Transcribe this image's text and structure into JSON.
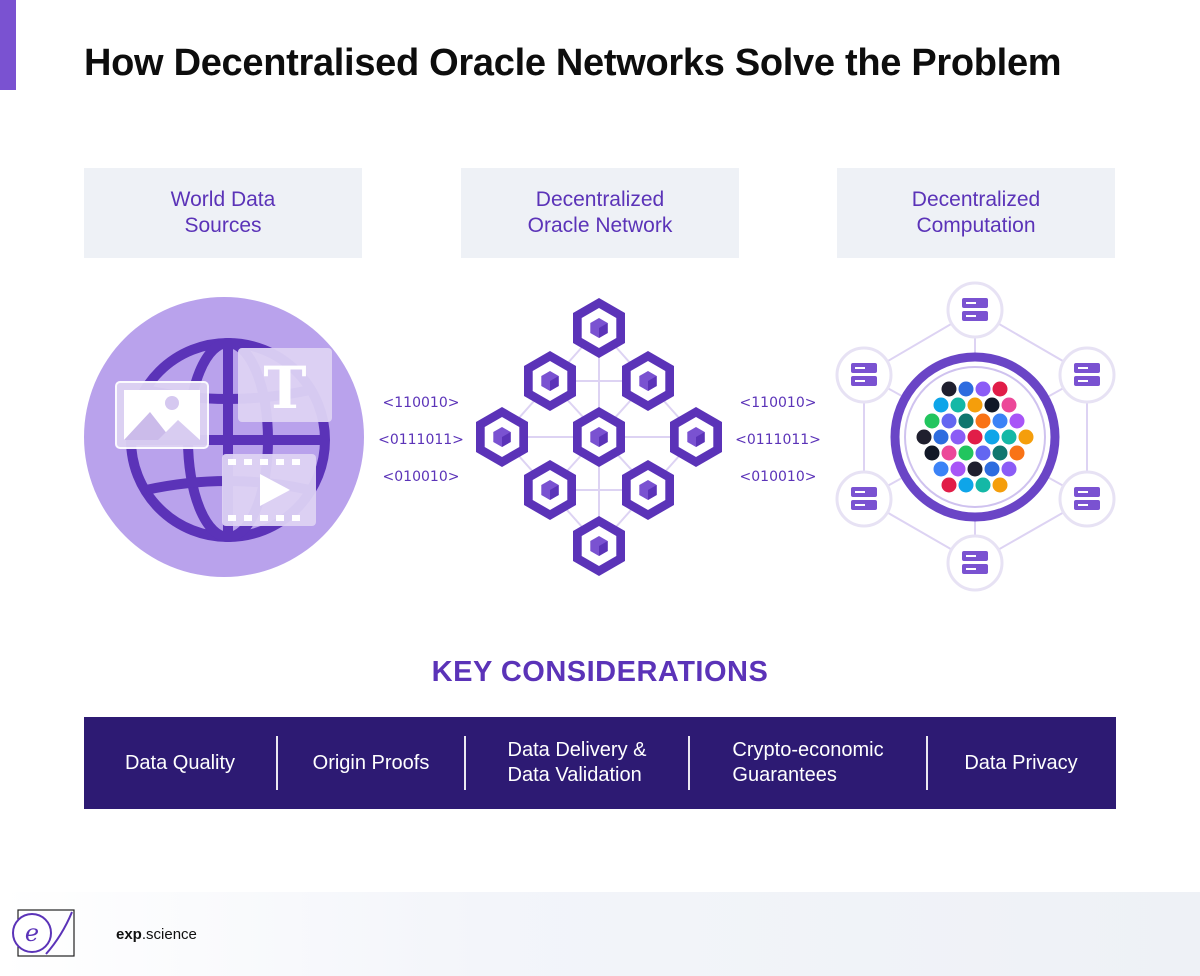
{
  "title": "How Decentralised Oracle Networks Solve the Problem",
  "columns": [
    {
      "label": "World Data\nSources"
    },
    {
      "label": "Decentralized\nOracle Network"
    },
    {
      "label": "Decentralized\nComputation"
    }
  ],
  "binary_left": [
    "<110010>",
    "<0111011>",
    "<010010>"
  ],
  "binary_right": [
    "<110010>",
    "<0111011>",
    "<010010>"
  ],
  "globe_text_icon": "T",
  "key_considerations": {
    "title": "KEY CONSIDERATIONS",
    "items": [
      {
        "label": "Data Quality"
      },
      {
        "label": "Origin Proofs"
      },
      {
        "label": "Data Delivery &\nData Validation"
      },
      {
        "label": "Crypto-economic\nGuarantees"
      },
      {
        "label": "Data Privacy"
      }
    ]
  },
  "footer": {
    "brand_bold": "exp",
    "brand_rest": ".science",
    "logo_letter": "e"
  },
  "colors": {
    "primary": "#5b33b8",
    "accent": "#7a52d1",
    "dark": "#2d1a73",
    "light_purple": "#b9a2ec",
    "label_bg": "#eef1f6"
  },
  "icons": [
    "globe-icon",
    "image-icon",
    "text-icon",
    "video-icon",
    "cube-hex-icon",
    "server-icon",
    "crypto-logo-icon"
  ]
}
